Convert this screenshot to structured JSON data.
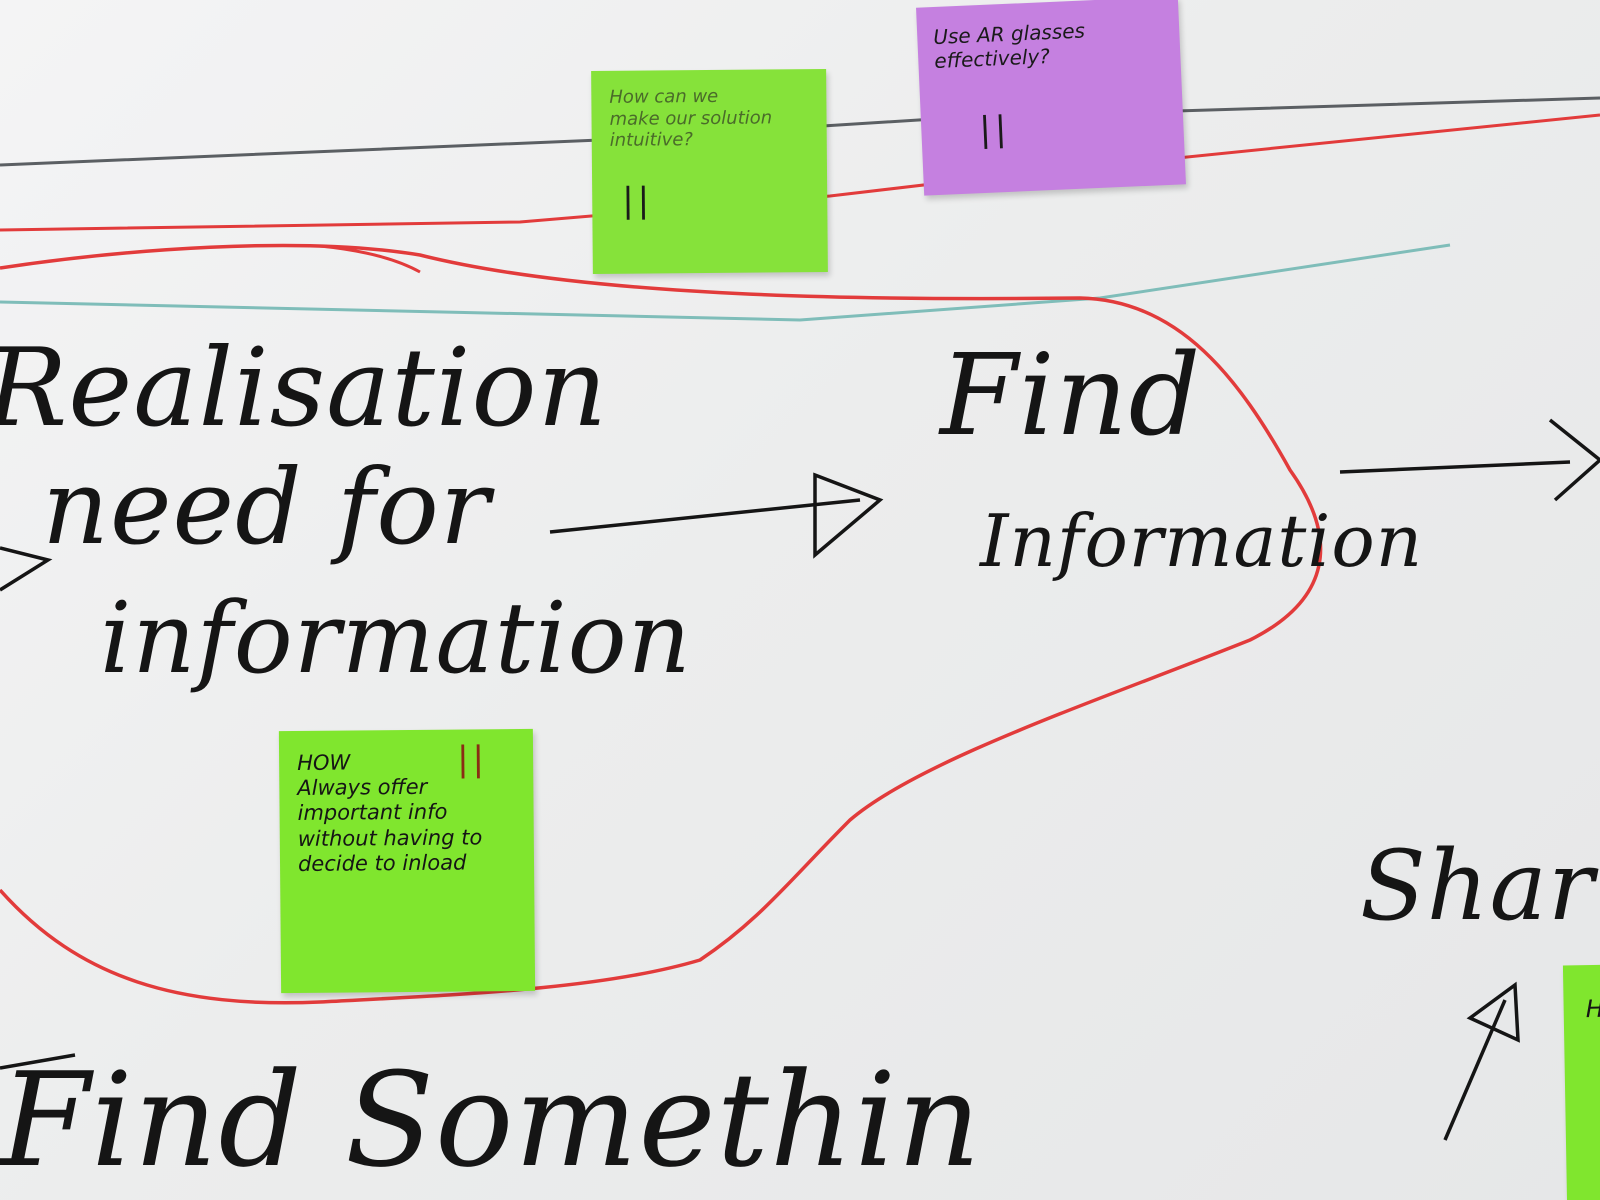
{
  "whiteboard": {
    "heading_words": {
      "realisation_line1": "Realisation",
      "realisation_line2": "need for",
      "realisation_line3": "information",
      "find_line1": "Find",
      "find_line2": "Information",
      "find_something": "Find Somethin",
      "share": "Shar"
    },
    "ink_colors": {
      "black": "#151515",
      "red": "#e23b3b",
      "teal": "#7fbdb9",
      "grey": "#5b5f63"
    }
  },
  "sticky_notes": [
    {
      "id": "top-green",
      "color": "#86e23a",
      "text": "How can we\nmake our solution\nintuitive?",
      "tally": "||"
    },
    {
      "id": "top-purple",
      "color": "#c580e0",
      "text": "Use AR glasses\neffectively?",
      "tally": "||"
    },
    {
      "id": "bottom-green",
      "color": "#80e62e",
      "text": "HOW\nAlways offer\nimportant info\nwithout having to\ndecide to inload",
      "tally": "||"
    },
    {
      "id": "edge-green",
      "color": "#80e62e",
      "text": "H",
      "tally": ""
    }
  ]
}
